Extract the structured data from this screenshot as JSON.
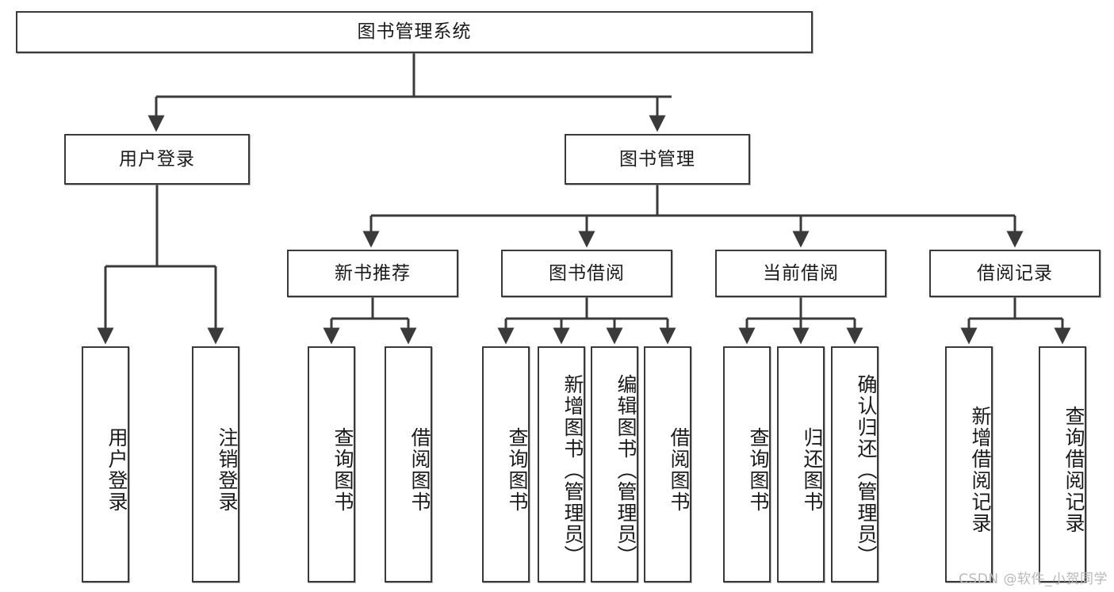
{
  "diagram": {
    "title": "图书管理系统",
    "type": "hierarchy-tree",
    "watermark": "CSDN @软件_小贺同学",
    "colors": {
      "box_border": "#3a3a3a",
      "box_fill": "#ffffff",
      "edge": "#3a3a3a",
      "text": "#1a1a1a",
      "watermark": "#b9b9b9"
    },
    "root": {
      "label": "图书管理系统"
    },
    "level2": [
      {
        "label": "用户登录"
      },
      {
        "label": "图书管理"
      }
    ],
    "level3": [
      {
        "label": "新书推荐"
      },
      {
        "label": "图书借阅"
      },
      {
        "label": "当前借阅"
      },
      {
        "label": "借阅记录"
      }
    ],
    "leaves": {
      "user_login": [
        {
          "label": "用户登录"
        },
        {
          "label": "注销登录"
        }
      ],
      "new_book_recommend": [
        {
          "label": "查询图书"
        },
        {
          "label": "借阅图书"
        }
      ],
      "book_borrow": [
        {
          "label": "查询图书"
        },
        {
          "label": "新增图书（管理员）"
        },
        {
          "label": "编辑图书（管理员）"
        },
        {
          "label": "借阅图书"
        }
      ],
      "current_borrow": [
        {
          "label": "查询图书"
        },
        {
          "label": "归还图书"
        },
        {
          "label": "确认归还（管理员）"
        }
      ],
      "borrow_record": [
        {
          "label": "新增借阅记录"
        },
        {
          "label": "查询借阅记录"
        }
      ]
    }
  }
}
